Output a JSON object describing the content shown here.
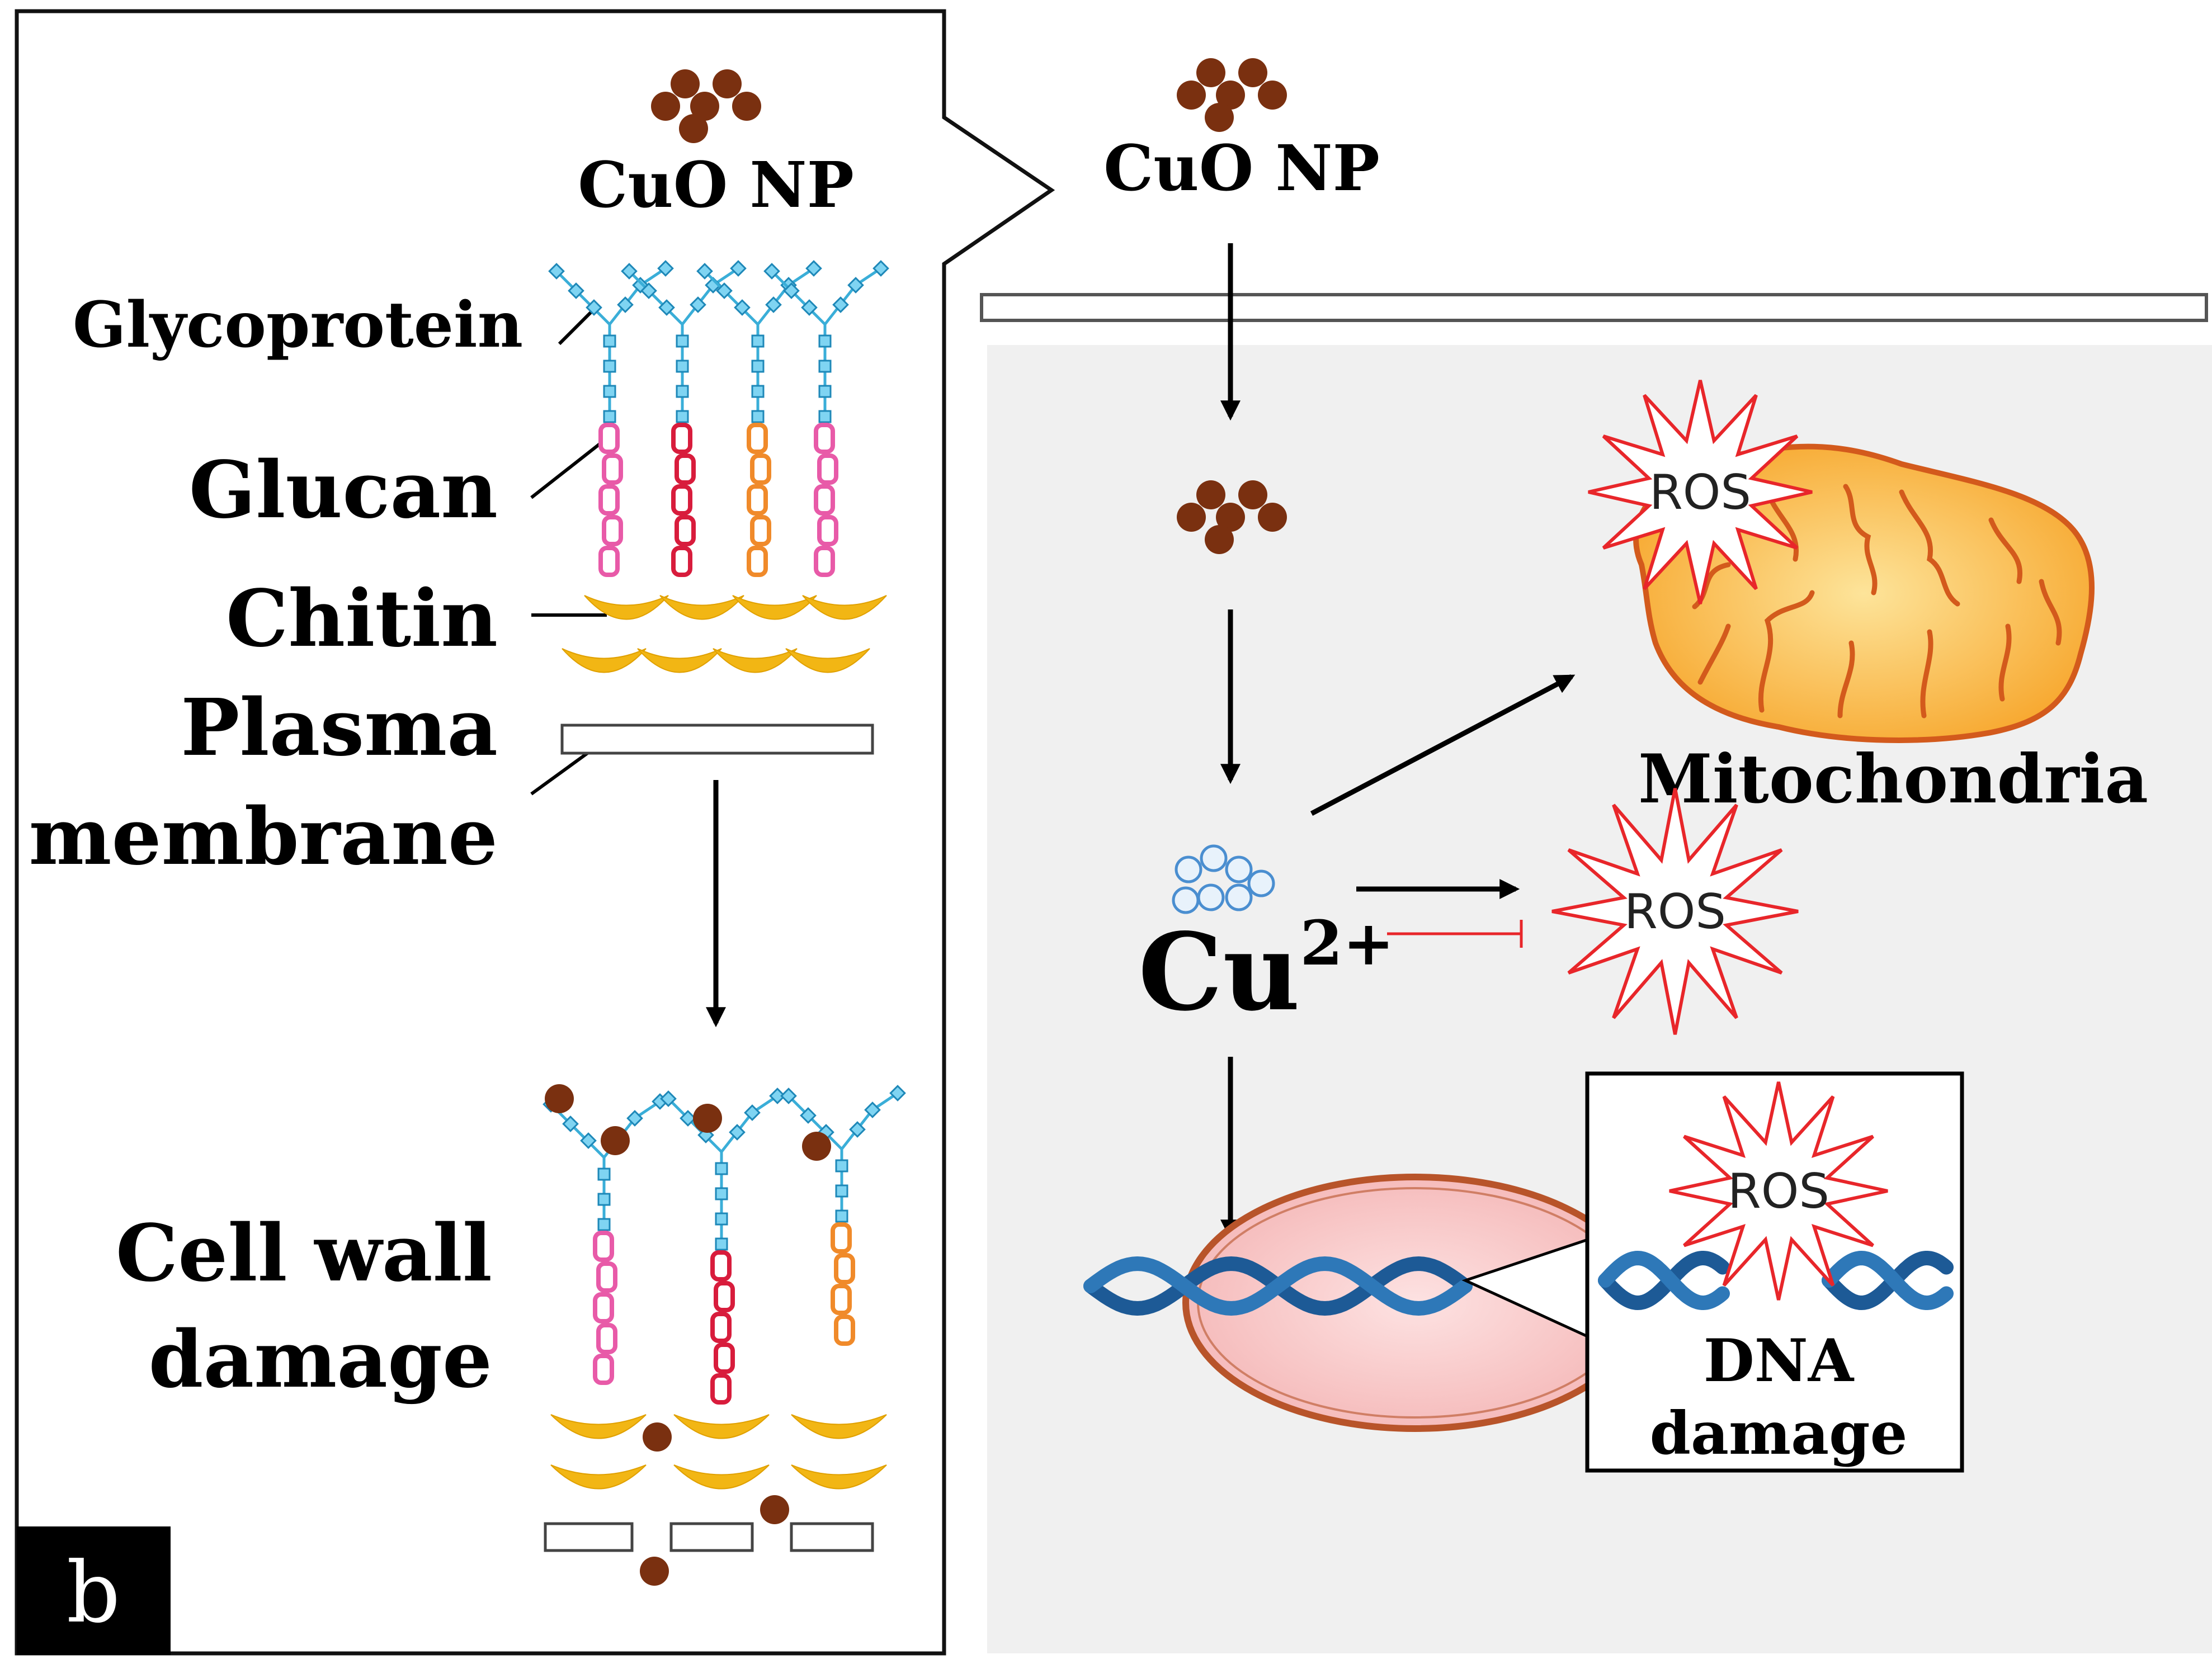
{
  "panel_letter": "b",
  "left_panel": {
    "nanoparticle_label": "CuO NP",
    "labels": {
      "glycoprotein": "Glycoprotein",
      "glucan": "Glucan",
      "chitin": "Chitin",
      "plasma_line1": "Plasma",
      "plasma_line2": "membrane",
      "damage_line1": "Cell wall",
      "damage_line2": "damage"
    }
  },
  "right_panel": {
    "nanoparticle_label": "CuO NP",
    "ion_label": "Cu",
    "ion_charge": "2+",
    "mitochondria_label": "Mitochondria",
    "ros_label": "ROS",
    "dna_line1": "DNA",
    "dna_line2": "damage"
  },
  "colors": {
    "nanoparticle": "#7a3010",
    "glycoprotein": "#3aaed8",
    "glucan_pink": "#e85aa8",
    "glucan_red": "#d81c3c",
    "glucan_orange": "#f08a2a",
    "chitin": "#f2b614",
    "cell_background": "#f0f0f0",
    "ros_outline": "#e8262a",
    "mito_fill": "#f7b238",
    "mito_outline": "#d35a1c",
    "nucleus_fill": "#f8c8c8",
    "nucleus_outline": "#b8542a",
    "dna": "#1d5a96",
    "cu_ion": "#4a8ed0"
  }
}
